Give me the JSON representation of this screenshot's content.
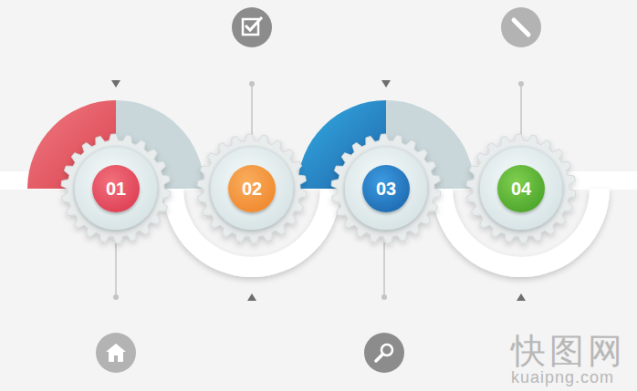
{
  "diagram": {
    "nodes": [
      {
        "text": [
          "01"
        ]
      },
      {
        "text": [
          "02"
        ]
      },
      {
        "text": [
          "03"
        ]
      },
      {
        "text": [
          "04"
        ]
      }
    ],
    "labels": [
      "快图网",
      "kuaipng.com"
    ]
  }
}
